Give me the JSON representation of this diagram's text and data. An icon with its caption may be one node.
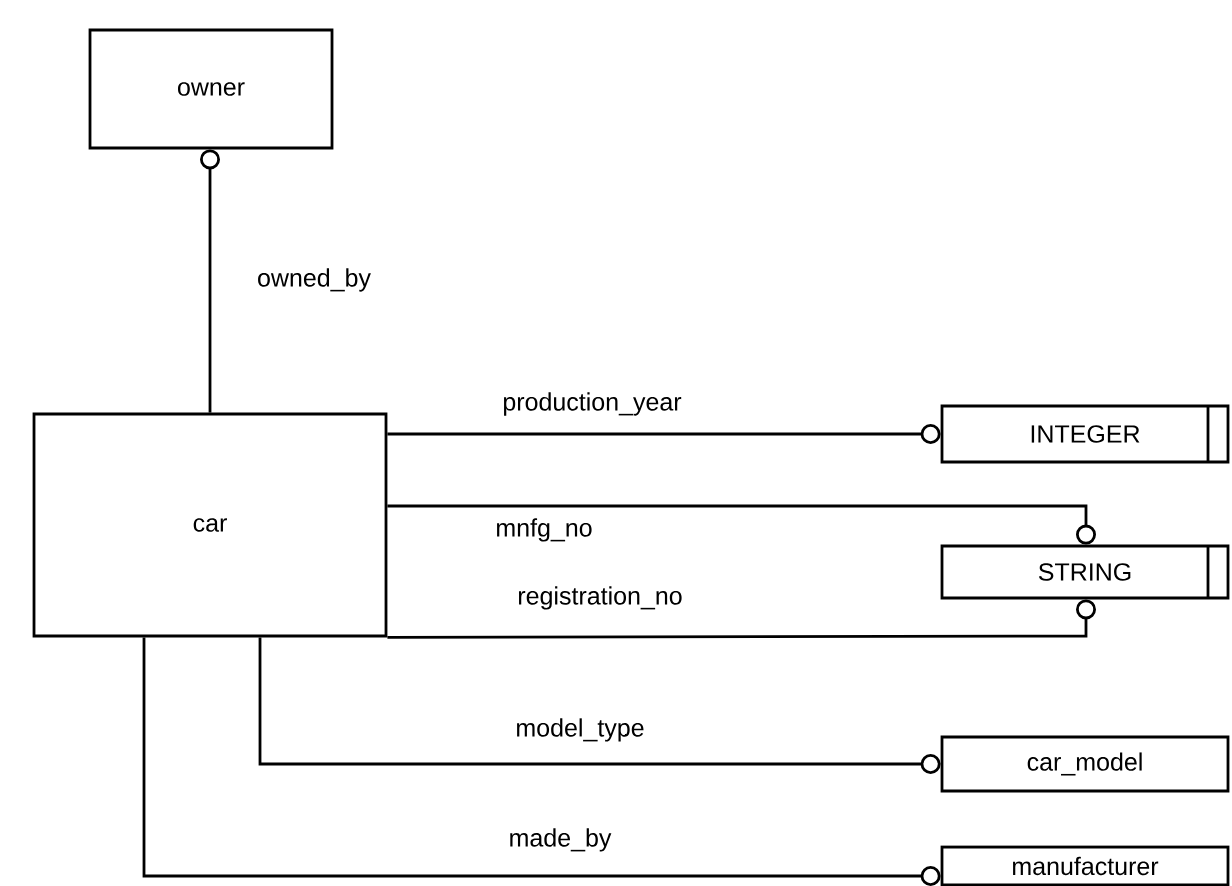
{
  "diagram": {
    "nodes": [
      {
        "text": [
          "owner"
        ]
      },
      {
        "text": [
          "car"
        ]
      },
      {
        "text": [
          "INTEGER"
        ]
      },
      {
        "text": [
          "STRING"
        ]
      },
      {
        "text": [
          "car_model"
        ]
      },
      {
        "text": [
          "manufacturer"
        ]
      }
    ],
    "edges": [
      {
        "from": 1,
        "to": 0,
        "arrow": "other",
        "label": "owned_by"
      },
      {
        "from": 1,
        "to": 2,
        "arrow": "other",
        "label": "production_year"
      },
      {
        "from": 1,
        "to": 3,
        "arrow": "other",
        "label": "mnfg_no"
      },
      {
        "from": 1,
        "to": 3,
        "arrow": "other",
        "label": "registration_no"
      },
      {
        "from": 1,
        "to": 4,
        "arrow": "other",
        "label": "model_type"
      },
      {
        "from": 1,
        "to": 5,
        "arrow": "other",
        "label": "made_by"
      }
    ]
  }
}
